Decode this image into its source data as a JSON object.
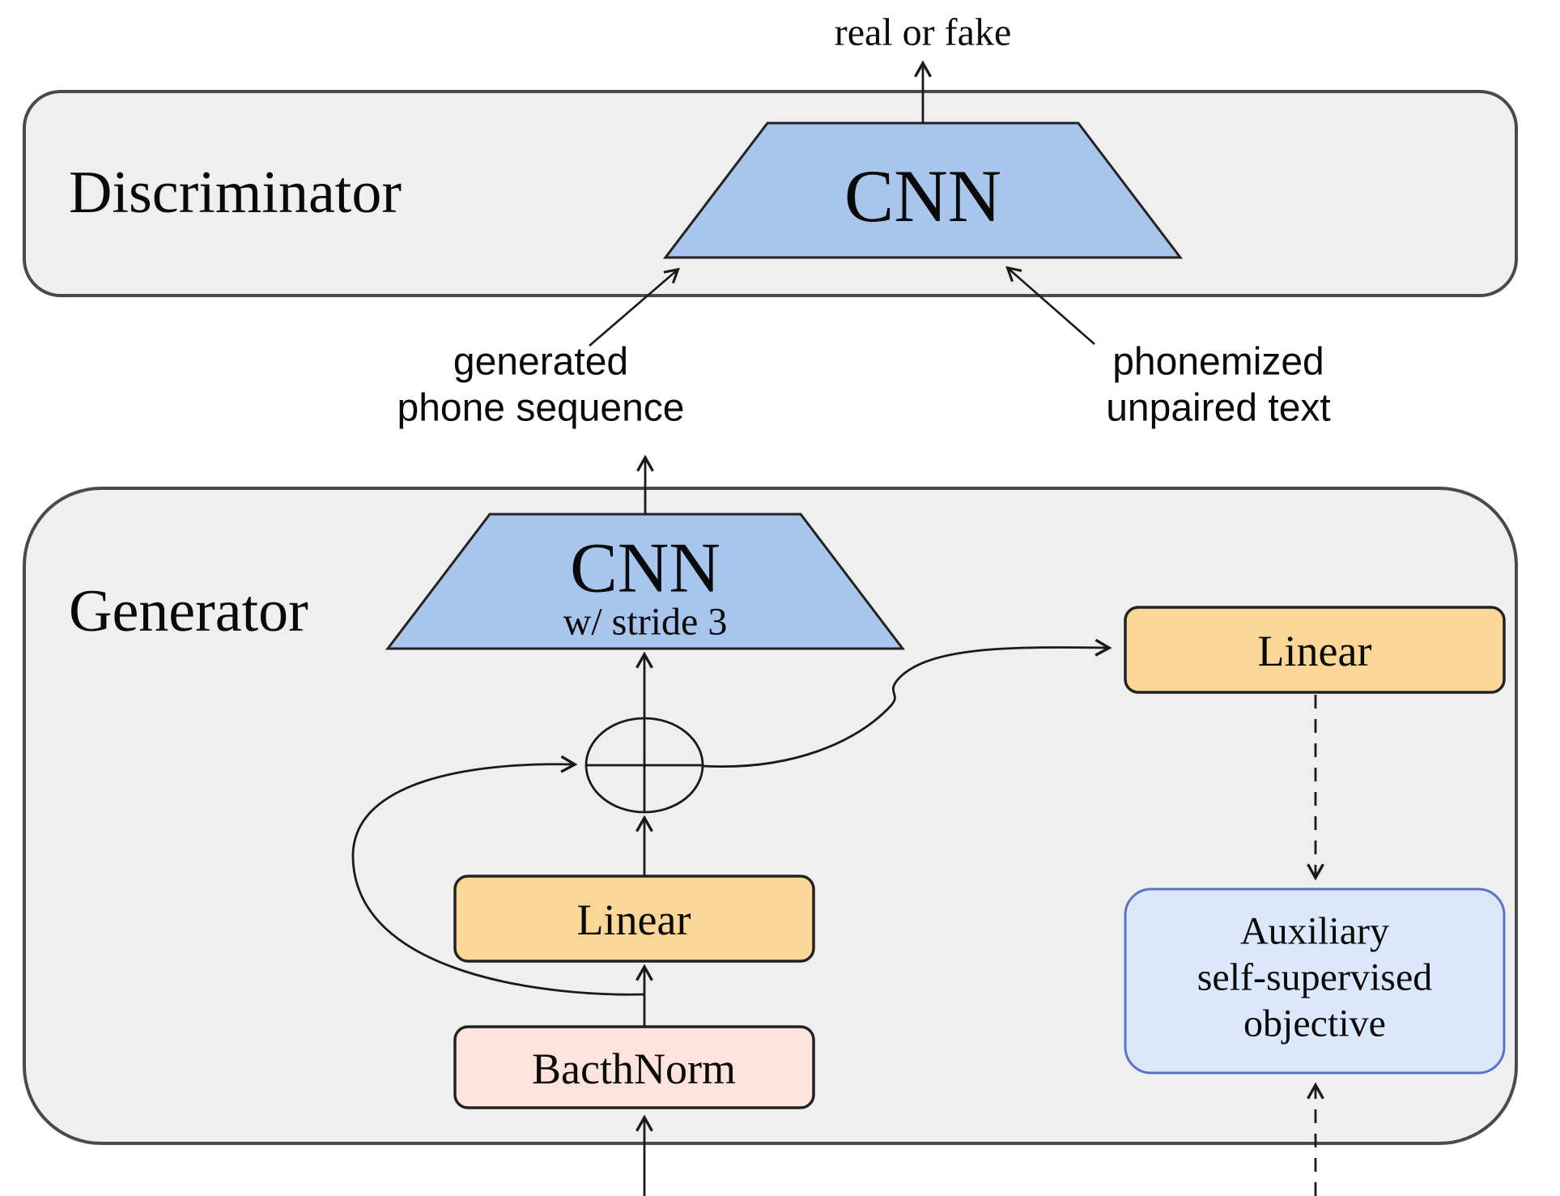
{
  "colors": {
    "panel_gray": "#efeff0",
    "panel_border": "#4a4a4a",
    "trapezoid_blue": "#a8c5ee",
    "shape_border": "#222222",
    "linear_orange": "#fad796",
    "batchnorm_pink": "#fce4dc",
    "aux_fill": "#dbe8fb",
    "aux_border": "#5a73c8",
    "line_color": "#1a1a1a"
  },
  "discriminator": {
    "title": "Discriminator",
    "cnn": "CNN",
    "output": "real or fake"
  },
  "generator": {
    "title": "Generator",
    "cnn": "CNN",
    "cnn_note": "w/ stride 3",
    "linear": "Linear",
    "batchnorm": "BacthNorm",
    "proj_linear": "Linear",
    "aux_line1": "Auxiliary",
    "aux_line2": "self-supervised",
    "aux_line3": "objective"
  },
  "io_labels": {
    "generated_line1": "generated",
    "generated_line2": "phone sequence",
    "phonemized_line1": "phonemized",
    "phonemized_line2": "unpaired text"
  }
}
